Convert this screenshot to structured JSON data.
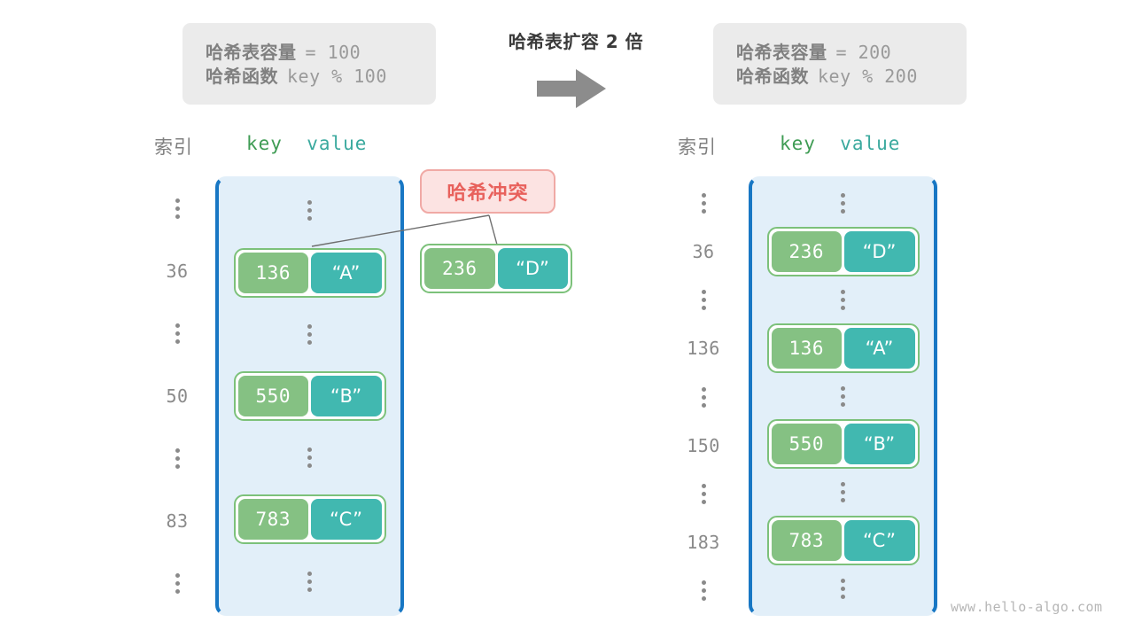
{
  "left_info": {
    "lines": [
      {
        "label": "哈希表容量",
        "expr": "= 100"
      },
      {
        "label": "哈希函数",
        "expr": "key % 100"
      }
    ]
  },
  "right_info": {
    "lines": [
      {
        "label": "哈希表容量",
        "expr": "= 200"
      },
      {
        "label": "哈希函数",
        "expr": "key % 200"
      }
    ]
  },
  "center": {
    "title": "哈希表扩容 2 倍",
    "arrow_icon": "right-arrow-icon",
    "arrow_color": "#8c8c8c"
  },
  "left_table": {
    "index_header": "索引",
    "key_header": "key",
    "value_header": "value",
    "rows": [
      {
        "index": "⋮",
        "type": "ellipsis"
      },
      {
        "index": "36",
        "type": "pair",
        "key": "136",
        "value": "“A”"
      },
      {
        "index": "⋮",
        "type": "ellipsis"
      },
      {
        "index": "50",
        "type": "pair",
        "key": "550",
        "value": "“B”"
      },
      {
        "index": "⋮",
        "type": "ellipsis"
      },
      {
        "index": "83",
        "type": "pair",
        "key": "783",
        "value": "“C”"
      },
      {
        "index": "⋮",
        "type": "ellipsis"
      }
    ]
  },
  "right_table": {
    "index_header": "索引",
    "key_header": "key",
    "value_header": "value",
    "rows": [
      {
        "index": "⋮",
        "type": "ellipsis"
      },
      {
        "index": "36",
        "type": "pair",
        "key": "236",
        "value": "“D”"
      },
      {
        "index": "⋮",
        "type": "ellipsis"
      },
      {
        "index": "136",
        "type": "pair",
        "key": "136",
        "value": "“A”"
      },
      {
        "index": "⋮",
        "type": "ellipsis"
      },
      {
        "index": "150",
        "type": "pair",
        "key": "550",
        "value": "“B”"
      },
      {
        "index": "⋮",
        "type": "ellipsis"
      },
      {
        "index": "183",
        "type": "pair",
        "key": "783",
        "value": "“C”"
      },
      {
        "index": "⋮",
        "type": "ellipsis"
      }
    ]
  },
  "collision": {
    "badge_label": "哈希冲突",
    "badge_color": "#e8615c",
    "badge_bg": "#fce3e2",
    "pair": {
      "key": "236",
      "value": "“D”"
    }
  },
  "watermark": {
    "text": "www.hello-algo.com"
  },
  "colors": {
    "key_cell": "#85c183",
    "value_cell": "#41b8b0",
    "bucket_bg": "#e2eff9",
    "bucket_border": "#1877c4",
    "info_bg": "#ebebeb"
  }
}
